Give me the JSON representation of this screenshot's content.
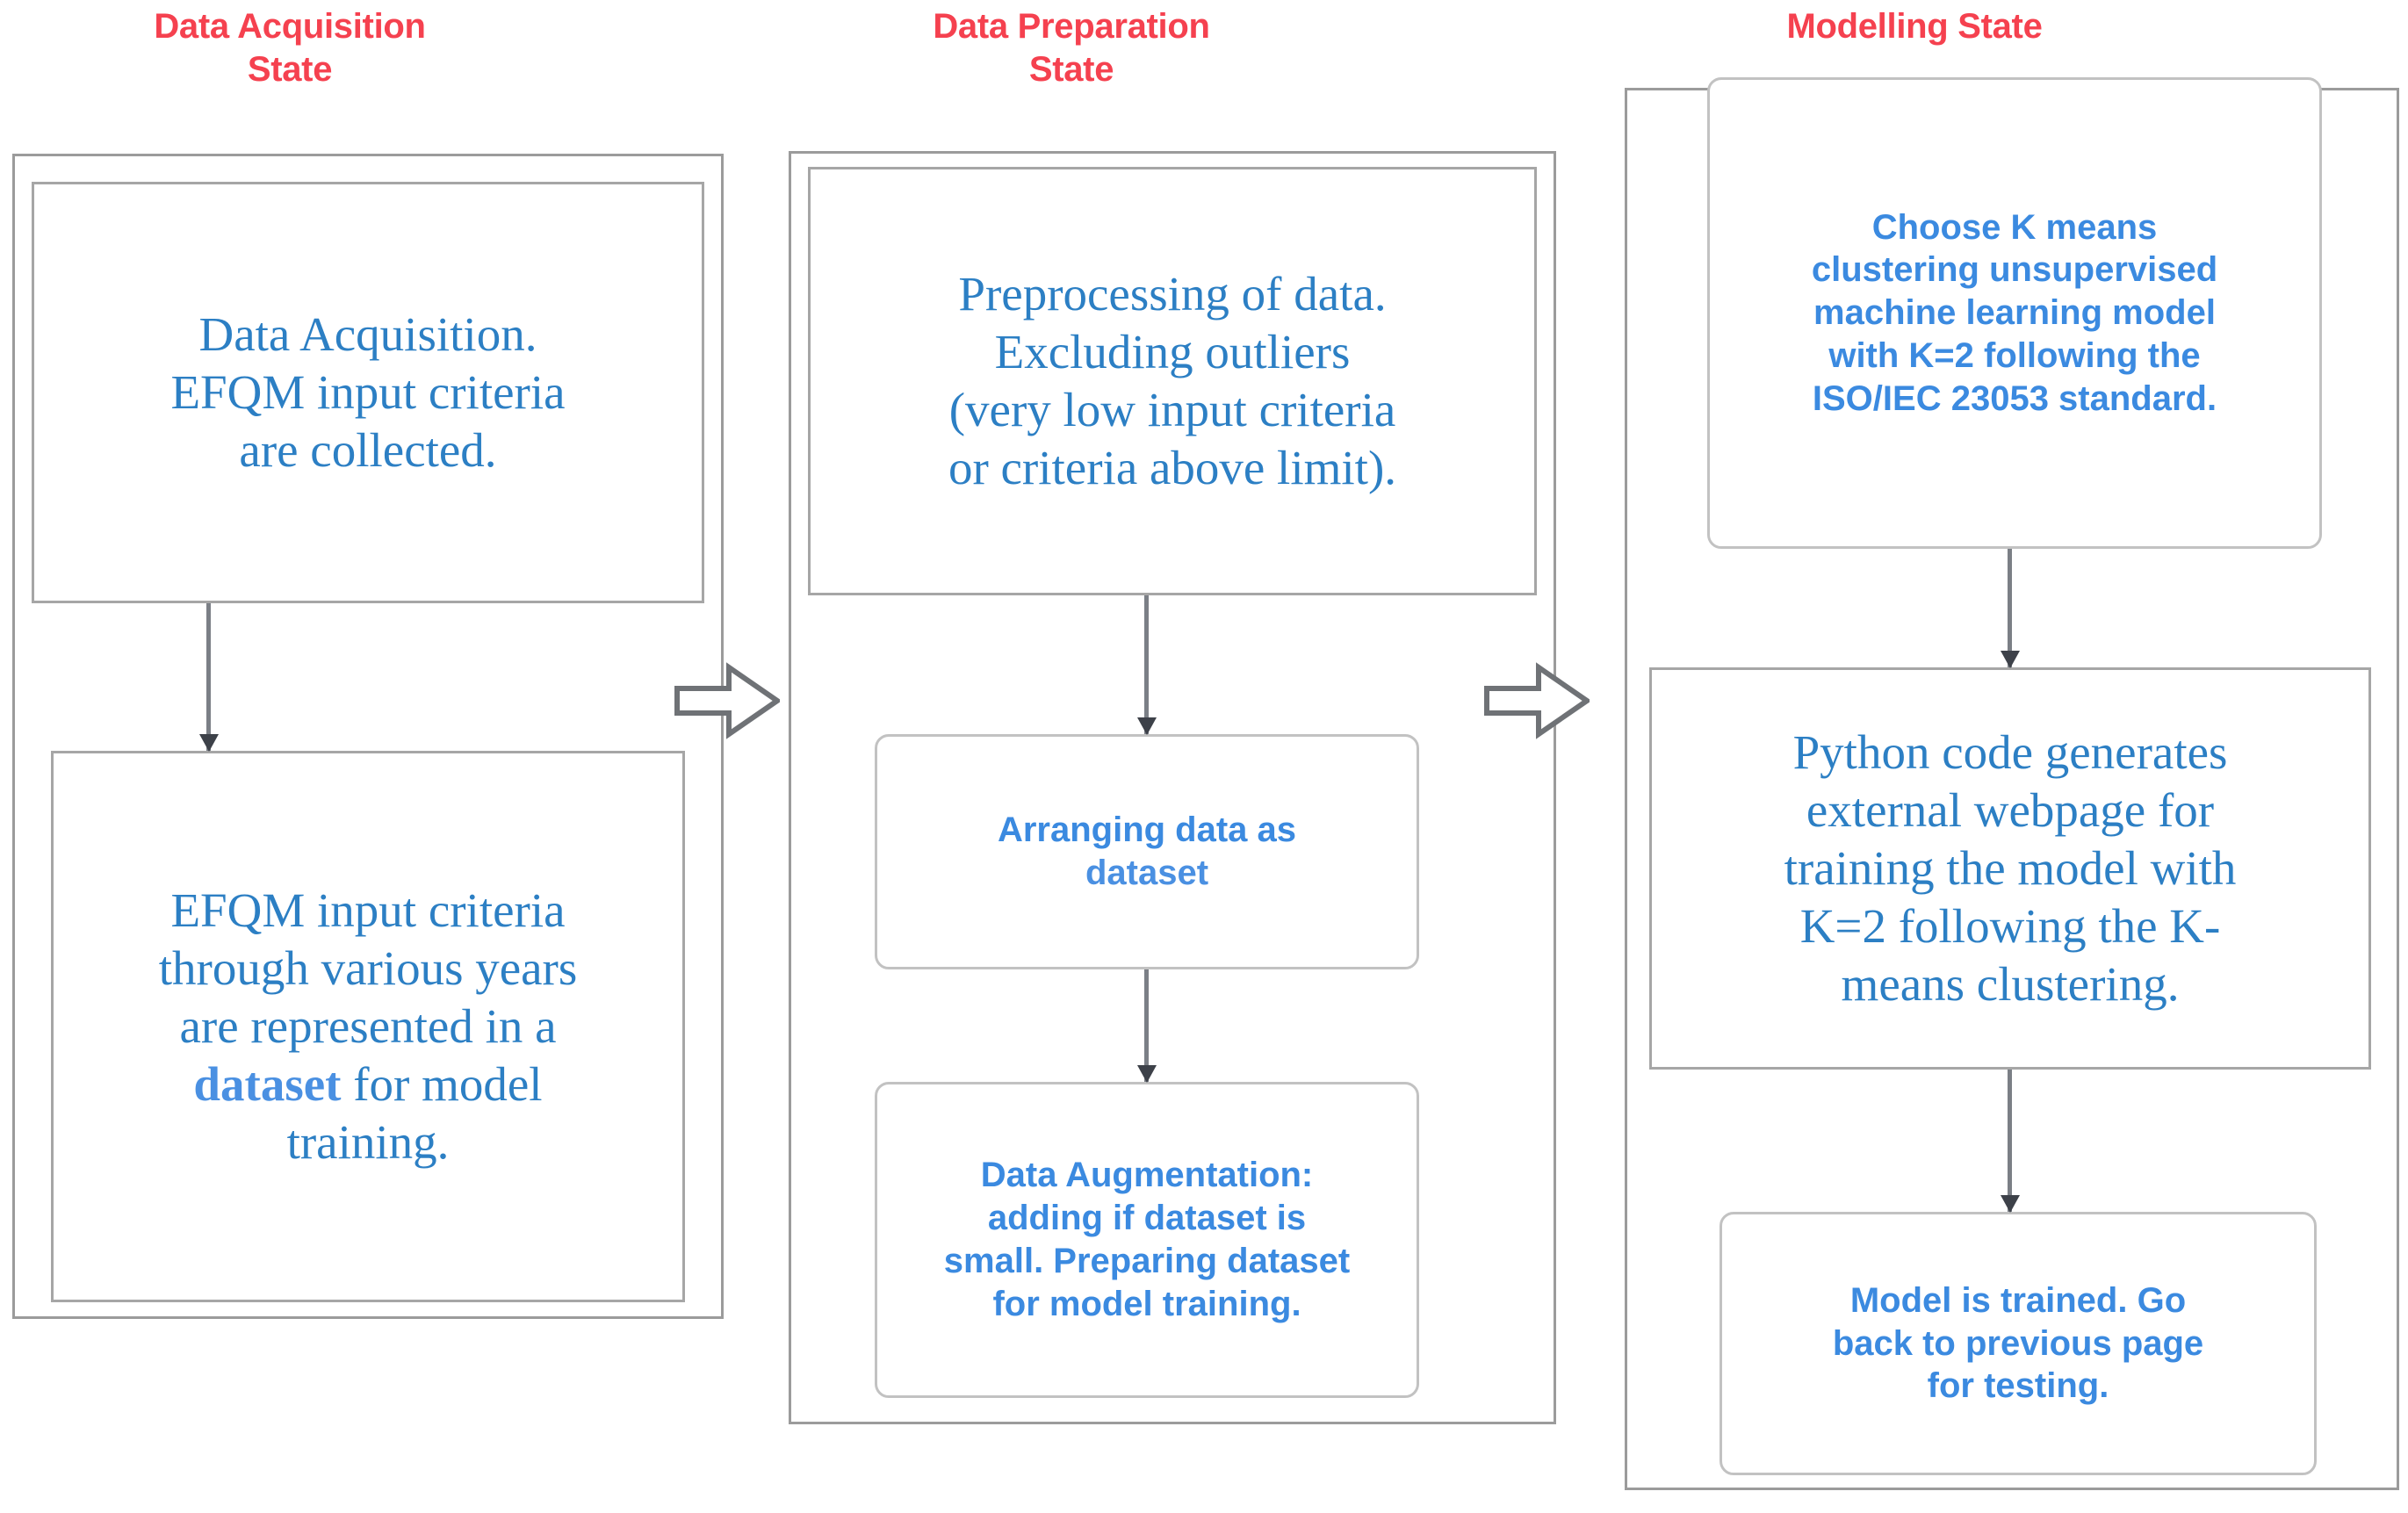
{
  "diagram": {
    "title": "EFQM K-means modelling pipeline flowchart",
    "colors": {
      "header_red": "#f5414f",
      "body_blue": "#2c7fc4",
      "keyword_blue": "#4a90e2",
      "box_border": "#a6a6a6",
      "connector": "#7b7f86",
      "background": "#ffffff"
    },
    "columns": [
      {
        "id": "data-acquisition",
        "header": "Data Acquisition\nState",
        "nodes": [
          {
            "id": "acq-1",
            "shape": "rectangle",
            "style": "serif",
            "lines": [
              "Data Acquisition.",
              "EFQM input criteria",
              "are collected."
            ]
          },
          {
            "id": "acq-2",
            "shape": "rectangle",
            "style": "serif",
            "lines": [
              "EFQM input criteria",
              "through various years",
              "are represented in a",
              "dataset for model",
              "training."
            ],
            "keyword": "dataset"
          }
        ]
      },
      {
        "id": "data-preparation",
        "header": "Data Preparation\nState",
        "nodes": [
          {
            "id": "prep-1",
            "shape": "rectangle",
            "style": "serif",
            "lines": [
              "Preprocessing of data.",
              "Excluding outliers",
              "(very low input criteria",
              "or criteria above limit)."
            ]
          },
          {
            "id": "prep-2",
            "shape": "rounded-rectangle",
            "style": "sans",
            "lines": [
              "Arranging data as",
              "dataset"
            ],
            "keyword": "dataset"
          },
          {
            "id": "prep-3",
            "shape": "rounded-rectangle",
            "style": "sans",
            "lines": [
              "Data Augmentation:",
              "adding if dataset is",
              "small. Preparing dataset",
              "for model training."
            ]
          }
        ]
      },
      {
        "id": "modelling",
        "header": "Modelling State",
        "nodes": [
          {
            "id": "model-1",
            "shape": "rounded-rectangle",
            "style": "sans",
            "lines": [
              "Choose K means",
              "clustering unsupervised",
              "machine learning model",
              "with K=2 following the",
              "ISO/IEC 23053 standard."
            ]
          },
          {
            "id": "model-2",
            "shape": "rectangle",
            "style": "serif",
            "lines": [
              "Python code generates",
              "external webpage for",
              "training the model with",
              "K=2 following the K-",
              "means clustering."
            ]
          },
          {
            "id": "model-3",
            "shape": "rounded-rectangle",
            "style": "sans",
            "lines": [
              "Model is trained. Go",
              "back to previous page",
              "for testing."
            ]
          }
        ]
      }
    ],
    "connectors": {
      "vertical_arrow": "down-arrow",
      "stage_arrow": "right-block-arrow",
      "count_vertical": 5,
      "count_stage": 2
    }
  }
}
